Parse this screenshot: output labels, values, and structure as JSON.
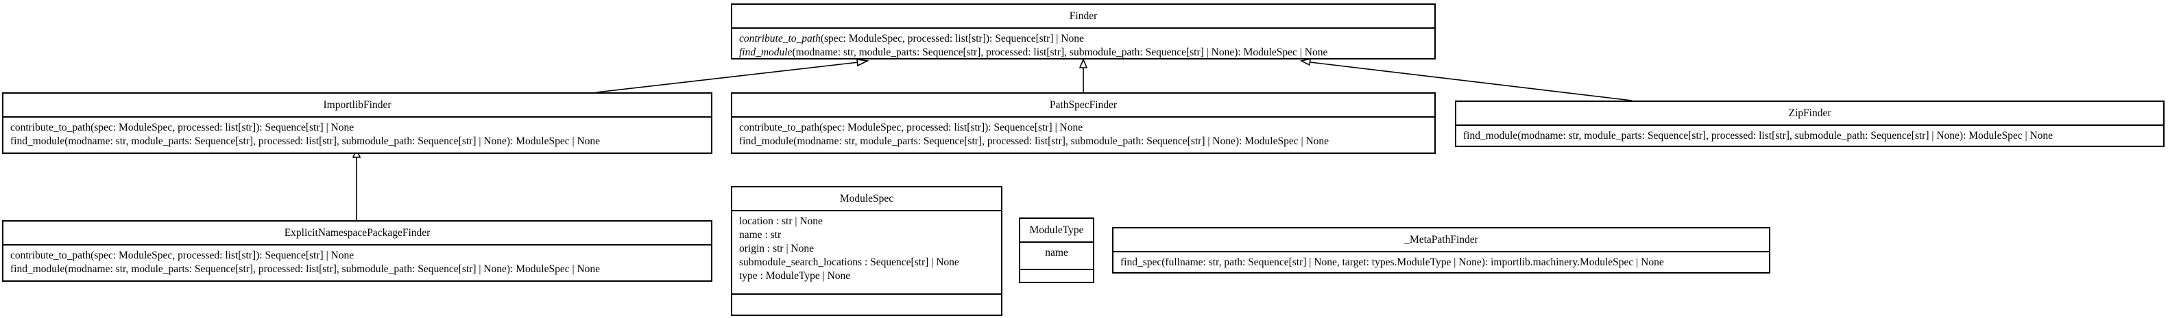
{
  "classes": {
    "finder": {
      "name": "Finder",
      "methods": [
        {
          "name": "contribute_to_path",
          "sig": "(spec: ModuleSpec, processed: list[str]): Sequence[str] | None"
        },
        {
          "name": "find_module",
          "sig": "(modname: str, module_parts: Sequence[str], processed: list[str], submodule_path: Sequence[str] | None): ModuleSpec | None"
        }
      ]
    },
    "importlib_finder": {
      "name": "ImportlibFinder",
      "methods": [
        "contribute_to_path(spec: ModuleSpec, processed: list[str]): Sequence[str] | None",
        "find_module(modname: str, module_parts: Sequence[str], processed: list[str], submodule_path: Sequence[str] | None): ModuleSpec | None"
      ]
    },
    "path_spec_finder": {
      "name": "PathSpecFinder",
      "methods": [
        "contribute_to_path(spec: ModuleSpec, processed: list[str]): Sequence[str] | None",
        "find_module(modname: str, module_parts: Sequence[str], processed: list[str], submodule_path: Sequence[str] | None): ModuleSpec | None"
      ]
    },
    "zip_finder": {
      "name": "ZipFinder",
      "methods": [
        "find_module(modname: str, module_parts: Sequence[str], processed: list[str], submodule_path: Sequence[str] | None): ModuleSpec | None"
      ]
    },
    "explicit_namespace_package_finder": {
      "name": "ExplicitNamespacePackageFinder",
      "methods": [
        "contribute_to_path(spec: ModuleSpec, processed: list[str]): Sequence[str] | None",
        "find_module(modname: str, module_parts: Sequence[str], processed: list[str], submodule_path: Sequence[str] | None): ModuleSpec | None"
      ]
    },
    "module_spec": {
      "name": "ModuleSpec",
      "attributes": [
        "location : str | None",
        "name : str",
        "origin : str | None",
        "submodule_search_locations : Sequence[str] | None",
        "type : ModuleType | None"
      ]
    },
    "module_type": {
      "name": "ModuleType",
      "attributes": [
        "name"
      ]
    },
    "meta_path_finder": {
      "name": "_MetaPathFinder",
      "methods": [
        "find_spec(fullname: str, path: Sequence[str] | None, target: types.ModuleType | None): importlib.machinery.ModuleSpec | None"
      ]
    }
  },
  "relations": [
    {
      "from": "ImportlibFinder",
      "to": "Finder",
      "kind": "inheritance"
    },
    {
      "from": "PathSpecFinder",
      "to": "Finder",
      "kind": "inheritance"
    },
    {
      "from": "ZipFinder",
      "to": "Finder",
      "kind": "inheritance"
    },
    {
      "from": "ExplicitNamespacePackageFinder",
      "to": "ImportlibFinder",
      "kind": "inheritance"
    }
  ]
}
